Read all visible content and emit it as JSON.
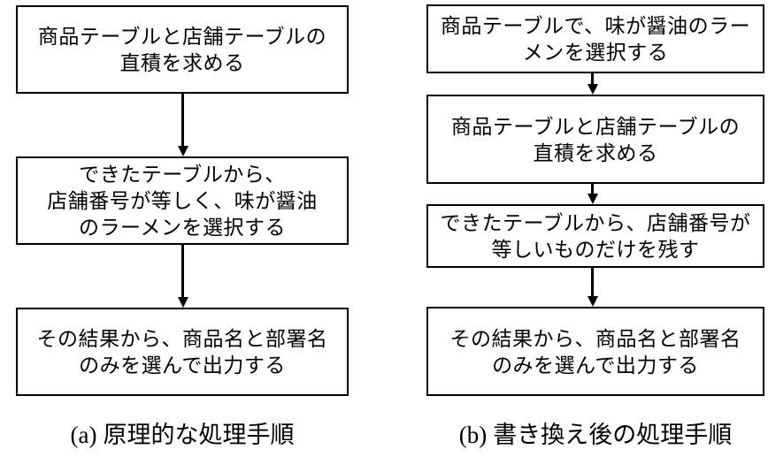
{
  "colors": {
    "line": "#000000",
    "background": "#ffffff",
    "text": "#000000"
  },
  "diagram_a": {
    "caption_prefix": "(a)",
    "caption_text": "原理的な処理手順",
    "steps": [
      {
        "lines": [
          "商品テーブルと店舗テーブルの",
          "直積を求める"
        ]
      },
      {
        "lines": [
          "できたテーブルから、",
          "店舗番号が等しく、味が醤油",
          "のラーメンを選択する"
        ]
      },
      {
        "lines": [
          "その結果から、商品名と部署名",
          "のみを選んで出力する"
        ]
      }
    ]
  },
  "diagram_b": {
    "caption_prefix": "(b)",
    "caption_text": "書き換え後の処理手順",
    "steps": [
      {
        "lines": [
          "商品テーブルで、味が醤油のラー",
          "メンを選択する"
        ]
      },
      {
        "lines": [
          "商品テーブルと店舗テーブルの",
          "直積を求める"
        ]
      },
      {
        "lines": [
          "できたテーブルから、店舗番号が",
          "等しいものだけを残す"
        ]
      },
      {
        "lines": [
          "その結果から、商品名と部署名",
          "のみを選んで出力する"
        ]
      }
    ]
  }
}
